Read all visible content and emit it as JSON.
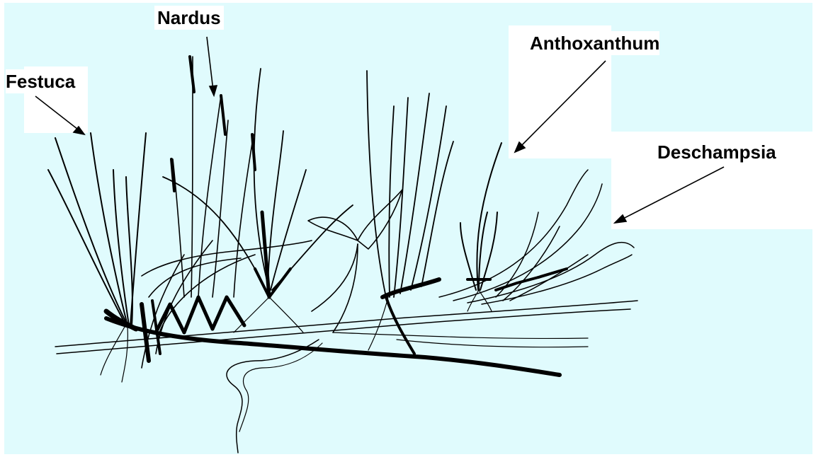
{
  "diagram": {
    "labels": {
      "festuca": "Festuca",
      "nardus": "Nardus",
      "anthoxanthum": "Anthoxanthum",
      "deschampsia": "Deschampsia"
    },
    "colors": {
      "background": "#e0fbfd",
      "ink": "#000000",
      "label_bg": "#ffffff"
    }
  }
}
